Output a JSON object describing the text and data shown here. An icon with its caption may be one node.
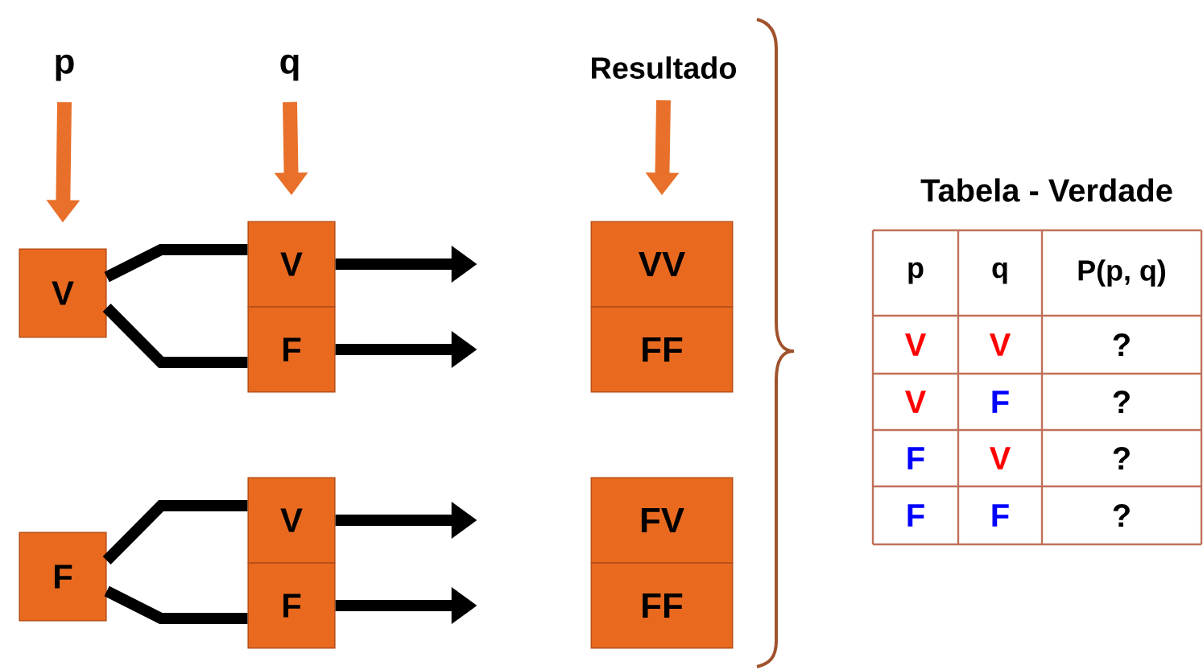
{
  "diagram": {
    "nodes": [
      {
        "text": [
          "p"
        ]
      },
      {
        "text": [
          "q"
        ]
      },
      {
        "text": [
          "Resultado"
        ]
      },
      {
        "text": [
          "V"
        ]
      },
      {
        "text": [
          "V"
        ]
      },
      {
        "text": [
          "F"
        ]
      },
      {
        "text": [
          "VV"
        ]
      },
      {
        "text": [
          "FF"
        ]
      },
      {
        "text": [
          "F"
        ]
      },
      {
        "text": [
          "V"
        ]
      },
      {
        "text": [
          "F"
        ]
      },
      {
        "text": [
          "FV"
        ]
      },
      {
        "text": [
          "FF"
        ]
      }
    ],
    "edges": [
      {
        "from": 0,
        "to": 3,
        "arrow": "to",
        "color": "#e8702a"
      },
      {
        "from": 1,
        "to": 4,
        "arrow": "to",
        "color": "#e8702a"
      },
      {
        "from": 2,
        "to": 6,
        "arrow": "to",
        "color": "#e8702a"
      },
      {
        "from": 3,
        "to": 4,
        "arrow": "none"
      },
      {
        "from": 3,
        "to": 5,
        "arrow": "none"
      },
      {
        "from": 8,
        "to": 9,
        "arrow": "none"
      },
      {
        "from": 8,
        "to": 10,
        "arrow": "none"
      },
      {
        "from": 4,
        "to": null,
        "arrow": "to"
      },
      {
        "from": 5,
        "to": null,
        "arrow": "to"
      },
      {
        "from": 9,
        "to": null,
        "arrow": "to"
      },
      {
        "from": 10,
        "to": null,
        "arrow": "to"
      }
    ],
    "labels": [
      "Tabela - Verdade",
      "p",
      "q",
      "P(p, q)",
      "V",
      "V",
      "?",
      "V",
      "F",
      "?",
      "F",
      "V",
      "?",
      "F",
      "F",
      "?"
    ]
  }
}
